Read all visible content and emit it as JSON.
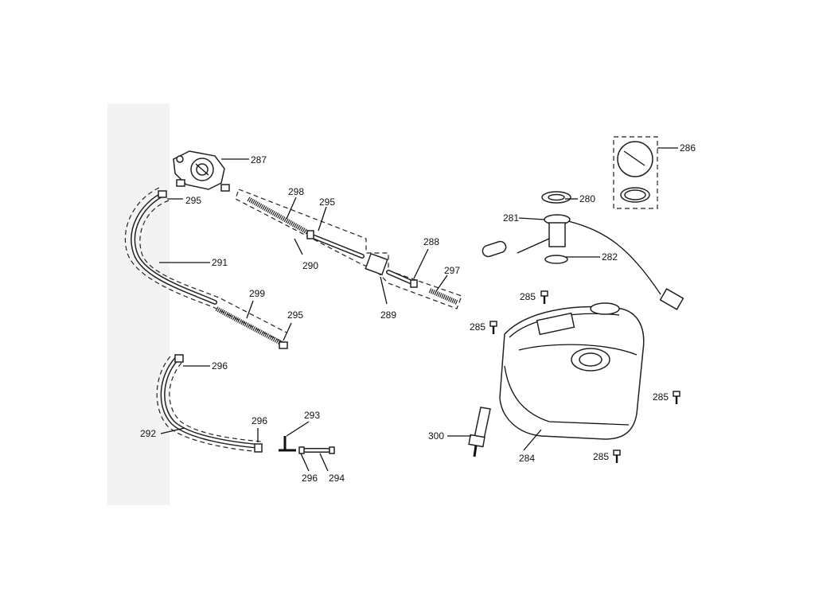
{
  "diagram": {
    "labels": {
      "l280": "280",
      "l281": "281",
      "l282": "282",
      "l284": "284",
      "l285a": "285",
      "l285b": "285",
      "l285c": "285",
      "l285d": "285",
      "l286": "286",
      "l287": "287",
      "l288": "288",
      "l289": "289",
      "l290": "290",
      "l291": "291",
      "l292": "292",
      "l293": "293",
      "l294": "294",
      "l295a": "295",
      "l295b": "295",
      "l295c": "295",
      "l296a": "296",
      "l296b": "296",
      "l296c": "296",
      "l297": "297",
      "l298": "298",
      "l299": "299",
      "l300": "300"
    }
  }
}
